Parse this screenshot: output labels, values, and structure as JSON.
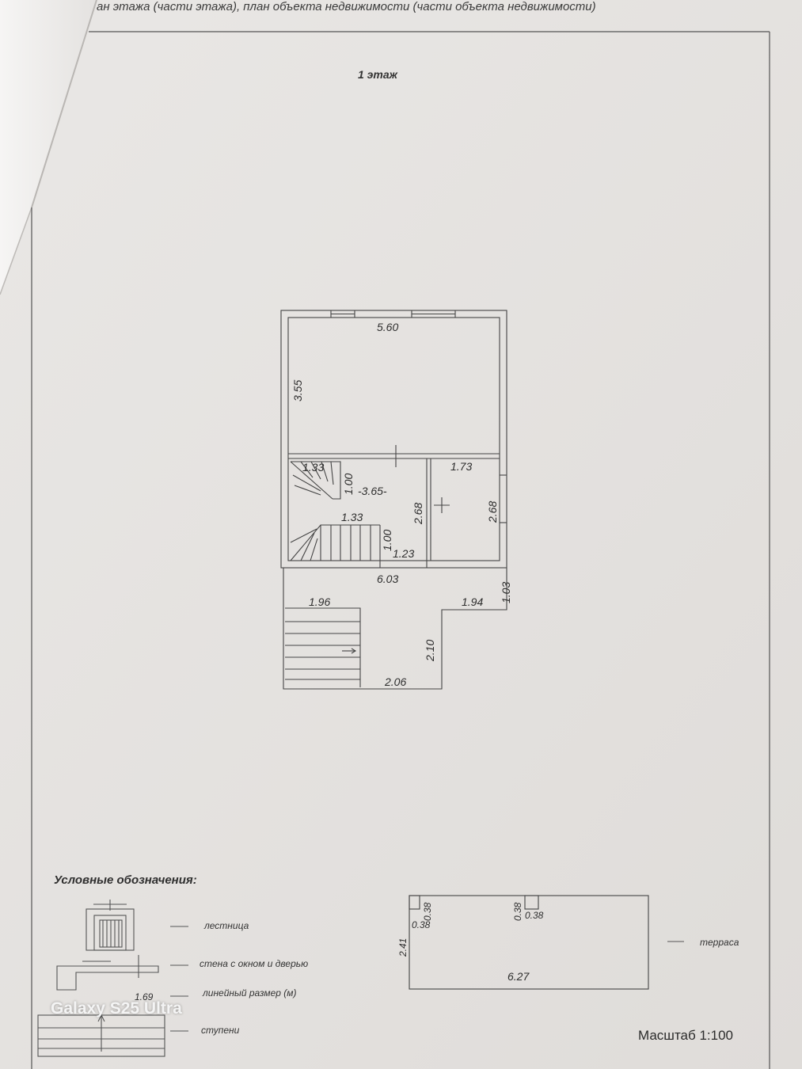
{
  "document": {
    "header_text": "ан этажа (части этажа), план объекта недвижимости (части объекта недвижимости)",
    "floor_title": "1 этаж",
    "scale_text": "Масштаб 1:100"
  },
  "plan_dimensions": {
    "top_width": "5.60",
    "room_height": "3.55",
    "stair_width_top": "1.33",
    "stair_run_top": "1.00",
    "hall_width": "-3.65-",
    "hall_depth": "2.68",
    "side_room_width": "1.73",
    "side_room_depth": "2.68",
    "stair_width_bottom": "1.33",
    "stair_run_bottom": "1.00",
    "hall_width_bottom": "1.23",
    "total_width": "6.03",
    "porch_offset": "1.03",
    "porch_left": "1.96",
    "porch_right": "1.94",
    "porch_depth": "2.10",
    "porch_bottom": "2.06"
  },
  "terrace_dimensions": {
    "height": "2.41",
    "post_a_w": "0.38",
    "post_a_h": "0.38",
    "post_b_w": "0.38",
    "post_b_h": "0.38",
    "width": "6.27"
  },
  "legend": {
    "title": "Условные обозначения:",
    "stairs": "лестница",
    "wall_window_door": "стена с окном и дверью",
    "linear_dim": "линейный размер (м)",
    "linear_dim_sample": "1.69",
    "steps": "ступени",
    "terrace": "терраса"
  },
  "watermark": "Galaxy S25 Ultra"
}
